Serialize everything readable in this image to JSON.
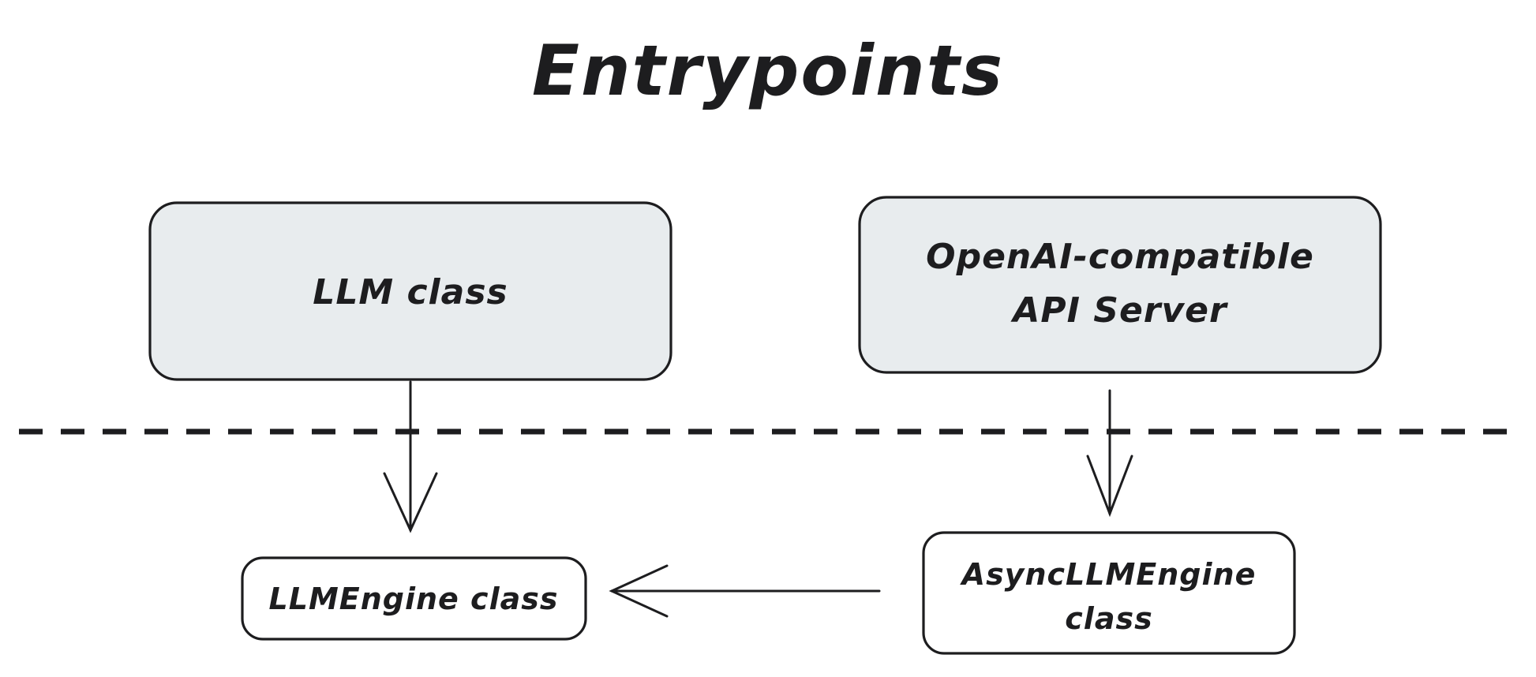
{
  "diagram": {
    "title": "Entrypoints",
    "background_color": "#ffffff",
    "node_shaded_fill": "#e8ecee",
    "node_plain_fill": "#ffffff",
    "stroke_color": "#1d1d1f",
    "nodes": [
      {
        "id": "llm-class",
        "label": "LLM class",
        "lines": [
          "LLM class"
        ],
        "style": "shaded",
        "layer": "above-divider"
      },
      {
        "id": "openai-api-server",
        "label": "OpenAI-compatible API Server",
        "lines": [
          "OpenAI-compatible",
          "API Server"
        ],
        "style": "shaded",
        "layer": "above-divider"
      },
      {
        "id": "llmengine-class",
        "label": "LLMEngine class",
        "lines": [
          "LLMEngine class"
        ],
        "style": "plain",
        "layer": "below-divider"
      },
      {
        "id": "asyncllmengine-class",
        "label": "AsyncLLMEngine class",
        "lines": [
          "AsyncLLMEngine",
          "class"
        ],
        "style": "plain",
        "layer": "below-divider"
      }
    ],
    "edges": [
      {
        "id": "llm-to-llmengine",
        "from": "llm-class",
        "to": "llmengine-class",
        "direction": "down",
        "label": ""
      },
      {
        "id": "apiserver-to-asyncllmengine",
        "from": "openai-api-server",
        "to": "asyncllmengine-class",
        "direction": "down",
        "label": ""
      },
      {
        "id": "asyncllmengine-to-llmengine",
        "from": "asyncllmengine-class",
        "to": "llmengine-class",
        "direction": "left",
        "label": ""
      }
    ],
    "divider": {
      "id": "layer-divider",
      "style": "dashed",
      "label": ""
    }
  }
}
